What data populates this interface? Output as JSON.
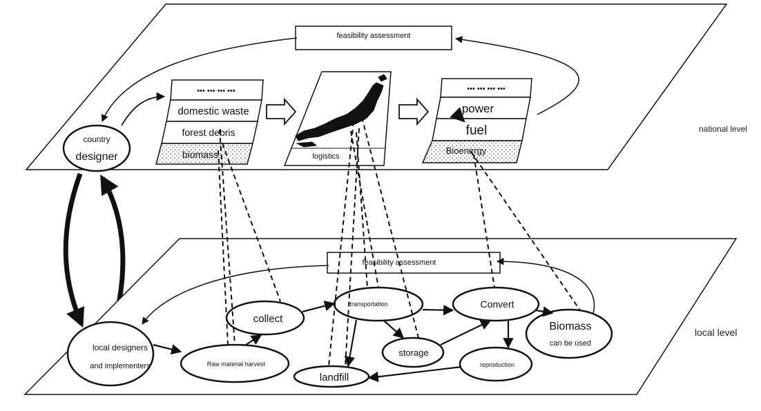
{
  "national": {
    "level_label": "national level",
    "feasibility": "feasibility assessment",
    "country_designer": {
      "line1": "country",
      "line2": "designer"
    },
    "biomass_stack": [
      "••• ••• ••• •••",
      "domestic waste",
      "forest debris",
      "biomass"
    ],
    "logistics": "logistics",
    "bioenergy_stack": [
      "••• ••• ••• •••",
      "power",
      "fuel",
      "Bioenergy"
    ]
  },
  "local": {
    "level_label": "local level",
    "feasibility": "feasibility assessment",
    "designers": {
      "line1": "local designers",
      "line2": "and implementers"
    },
    "raw_harvest": "Raw material harvest",
    "collect": "collect",
    "transportation": "transportation",
    "storage": "storage",
    "landfill": "landfill",
    "convert": "Convert",
    "biomass_use": {
      "line1": "Biomass",
      "line2": "can be used"
    },
    "reproduction": "reproduction"
  },
  "colors": {
    "ink": "#111111",
    "background": "#ffffff"
  }
}
